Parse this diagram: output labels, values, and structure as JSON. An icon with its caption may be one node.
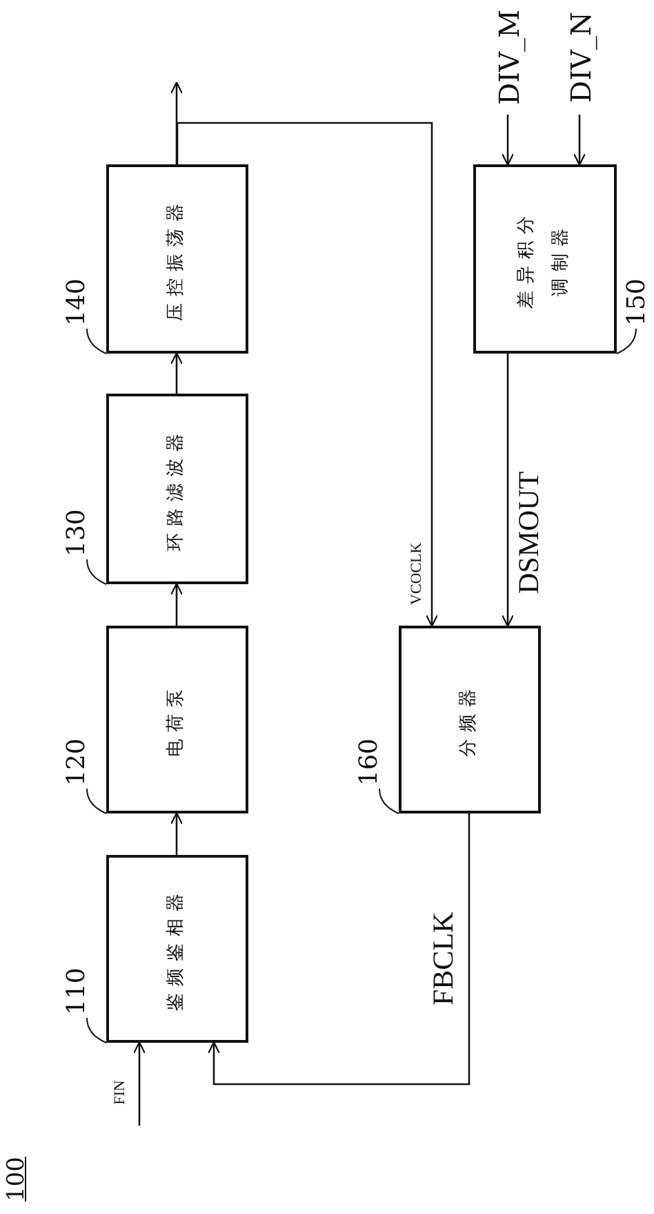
{
  "diagram": {
    "nodes": [
      {
        "text": [
          "鉴频鉴相器"
        ],
        "beside": [
          "110"
        ]
      },
      {
        "text": [
          "电荷泵"
        ],
        "beside": [
          "120"
        ]
      },
      {
        "text": [
          "环路滤波器"
        ],
        "beside": [
          "130"
        ]
      },
      {
        "text": [
          "压控振荡器"
        ],
        "beside": [
          "140"
        ]
      },
      {
        "text": [
          "差异积分调制器"
        ],
        "beside": [
          "150"
        ]
      },
      {
        "text": [
          "分频器"
        ],
        "beside": [
          "160"
        ]
      },
      {
        "text": [
          "FIN"
        ]
      },
      {
        "text": [
          "DIV_M"
        ]
      },
      {
        "text": [
          "DIV_N"
        ]
      }
    ],
    "edges": [
      {
        "from": 6,
        "to": 0,
        "arrow": "to"
      },
      {
        "from": 0,
        "to": 1,
        "arrow": "to"
      },
      {
        "from": 1,
        "to": 2,
        "arrow": "to"
      },
      {
        "from": 2,
        "to": 3,
        "arrow": "to"
      },
      {
        "from": 3,
        "to": null,
        "arrow": "to"
      },
      {
        "from": 3,
        "to": 5,
        "arrow": "to",
        "label": "VCOCLK"
      },
      {
        "from": 7,
        "to": 4,
        "arrow": "to"
      },
      {
        "from": 8,
        "to": 4,
        "arrow": "to"
      },
      {
        "from": 4,
        "to": 5,
        "arrow": "to",
        "label": "DSMOUT"
      },
      {
        "from": 5,
        "to": 0,
        "arrow": "to",
        "label": "FBCLK"
      }
    ],
    "labels": [
      "100"
    ]
  }
}
